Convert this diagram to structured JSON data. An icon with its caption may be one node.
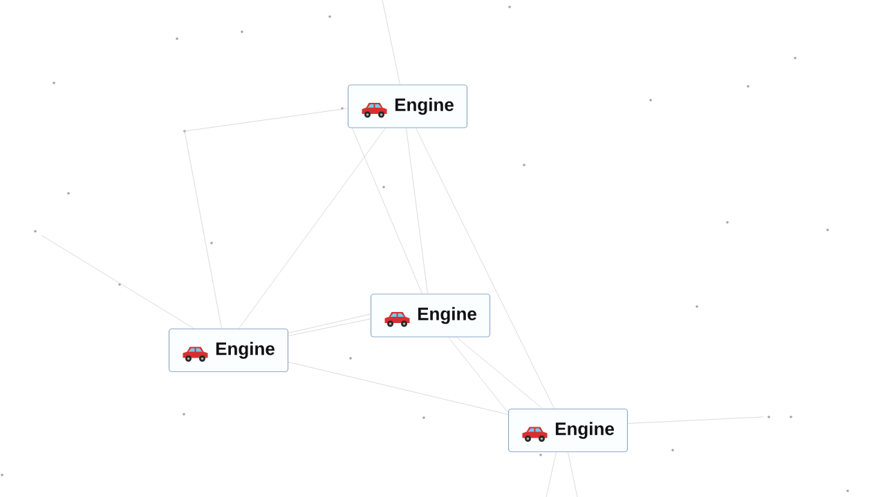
{
  "diagram": {
    "nodes": [
      {
        "text": [
          "Engine"
        ]
      },
      {
        "text": [
          "Engine"
        ]
      },
      {
        "text": [
          "Engine"
        ]
      },
      {
        "text": [
          "Engine"
        ]
      }
    ],
    "edges": [
      {
        "from": 0,
        "to": 2,
        "arrow": "none"
      },
      {
        "from": 0,
        "to": 2,
        "arrow": "none"
      },
      {
        "from": 0,
        "to": 1,
        "arrow": "none"
      },
      {
        "from": 0,
        "to": 1,
        "arrow": "none"
      },
      {
        "from": 0,
        "to": 3,
        "arrow": "none"
      },
      {
        "from": 1,
        "to": 2,
        "arrow": "none"
      },
      {
        "from": 1,
        "to": 2,
        "arrow": "none"
      },
      {
        "from": 1,
        "to": 3,
        "arrow": "none"
      },
      {
        "from": 1,
        "to": 3,
        "arrow": "none"
      },
      {
        "from": 2,
        "to": 3,
        "arrow": "none"
      },
      {
        "from": 0,
        "to": null,
        "arrow": "none"
      },
      {
        "from": 3,
        "to": null,
        "arrow": "none"
      },
      {
        "from": 3,
        "to": null,
        "arrow": "none"
      },
      {
        "from": 3,
        "to": null,
        "arrow": "none"
      },
      {
        "from": 2,
        "to": null,
        "arrow": "none"
      }
    ]
  }
}
